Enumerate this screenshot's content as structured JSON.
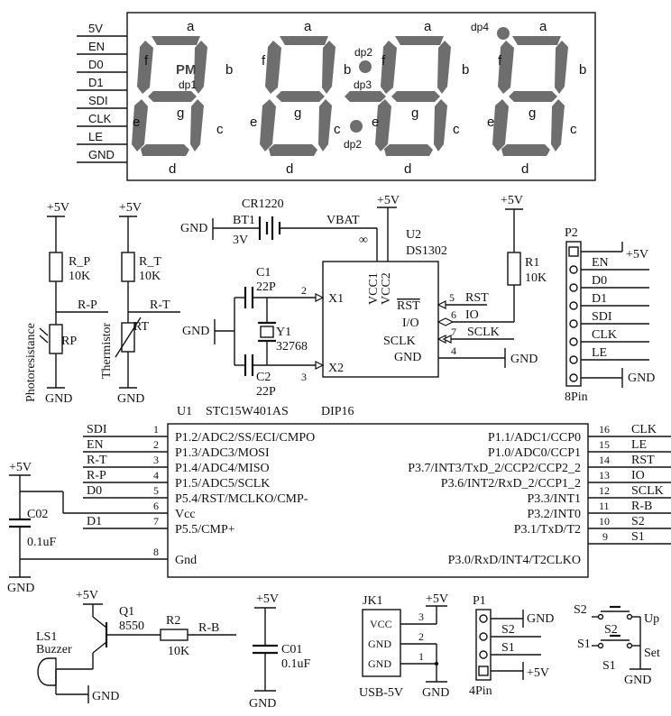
{
  "display": {
    "pins": [
      "5V",
      "EN",
      "D0",
      "D1",
      "SDI",
      "CLK",
      "LE",
      "GND"
    ],
    "seg_a": "a",
    "seg_b": "b",
    "seg_c": "c",
    "seg_d": "d",
    "seg_e": "e",
    "seg_f": "f",
    "seg_g": "g",
    "pm": "PM",
    "dp1": "dp1",
    "dp2": "dp2",
    "dp3": "dp3",
    "dp4": "dp4"
  },
  "sensors": {
    "vcc": "+5V",
    "gnd": "GND",
    "rp_label": "R_P",
    "rp_val": "10K",
    "rp_net": "R-P",
    "rp_part": "RP",
    "rp_name": "Photoresistance",
    "rt_label": "R_T",
    "rt_val": "10K",
    "rt_net": "R-T",
    "rt_part": "RT",
    "rt_name": "Thermistor"
  },
  "rtc": {
    "gnd": "GND",
    "battery": "CR1220",
    "bt_ref": "BT1",
    "bt_volt": "3V",
    "vbat": "VBAT",
    "vcc": "+5V",
    "chip_ref": "U2",
    "chip": "DS1302",
    "vcc1": "VCC1",
    "vcc2": "VCC2",
    "inf": "∞",
    "c1": "C1",
    "c1_val": "22P",
    "c2": "C2",
    "c2_val": "22P",
    "y1": "Y1",
    "y1_val": "32768",
    "x1": "X1",
    "x2": "X2",
    "pin2": "2",
    "pin3": "3",
    "rst": "RST",
    "io": "I/O",
    "sclk": "SCLK",
    "gnd_pin": "GND",
    "p5": "5",
    "p6": "6",
    "p7": "7",
    "p4": "4",
    "n_rst": "RST",
    "n_io": "IO",
    "n_sclk": "SCLK",
    "r1": "R1",
    "r1_val": "10K",
    "r1_vcc": "+5V"
  },
  "p2": {
    "ref": "P2",
    "foot": "8Pin",
    "nets": [
      "+5V",
      "EN",
      "D0",
      "D1",
      "SDI",
      "CLK",
      "LE",
      "GND"
    ]
  },
  "mcu": {
    "ref": "U1",
    "part": "STC15W401AS",
    "pkg": "DIP16",
    "left_nets": [
      "SDI",
      "EN",
      "R-T",
      "R-P",
      "D0",
      "",
      "D1",
      ""
    ],
    "left_nums": [
      "1",
      "2",
      "3",
      "4",
      "5",
      "6",
      "7",
      "8"
    ],
    "left_pins": [
      "P1.2/ADC2/SS/ECI/CMPO",
      "P1.3/ADC3/MOSI",
      "P1.4/ADC4/MISO",
      "P1.5/ADC5/SCLK",
      "P5.4/RST/MCLKO/CMP-",
      "Vcc",
      "P5.5/CMP+",
      "Gnd"
    ],
    "right_pins": [
      "P1.1/ADC1/CCP0",
      "P1.0/ADC0/CCP1",
      "P3.7/INT3/TxD_2/CCP2/CCP2_2",
      "P3.6/INT2/RxD_2/CCP1_2",
      "P3.3/INT1",
      "P3.2/INT0",
      "P3.1/TxD/T2",
      "P3.0/RxD/INT4/T2CLKO"
    ],
    "right_nums": [
      "16",
      "15",
      "14",
      "13",
      "12",
      "11",
      "10",
      "9"
    ],
    "right_nets": [
      "CLK",
      "LE",
      "RST",
      "IO",
      "SCLK",
      "R-B",
      "S2",
      "S1"
    ],
    "vcc": "+5V",
    "c02": "C02",
    "c02_val": "0.1uF",
    "gnd": "GND"
  },
  "buzzer": {
    "vcc": "+5V",
    "q1": "Q1",
    "q1_part": "8550",
    "r2": "R2",
    "r2_val": "10K",
    "net": "R-B",
    "ls1": "LS1",
    "ls1_name": "Buzzer",
    "gnd": "GND"
  },
  "cap": {
    "vcc": "+5V",
    "c01": "C01",
    "c01_val": "0.1uF",
    "gnd": "GND"
  },
  "jk1": {
    "ref": "JK1",
    "vcc_net": "+5V",
    "pins": [
      "VCC",
      "GND",
      "GND"
    ],
    "nums": [
      "3",
      "2",
      "1"
    ],
    "gnd": "GND",
    "name": "USB-5V"
  },
  "p1": {
    "ref": "P1",
    "nets": [
      "GND",
      "S2",
      "S1",
      "+5V"
    ],
    "foot": "4Pin"
  },
  "keys": {
    "s2": "S2",
    "s2b": "S2",
    "up": "Up",
    "s1": "S1",
    "s1b": "S1",
    "set": "Set",
    "gnd": "GND"
  }
}
